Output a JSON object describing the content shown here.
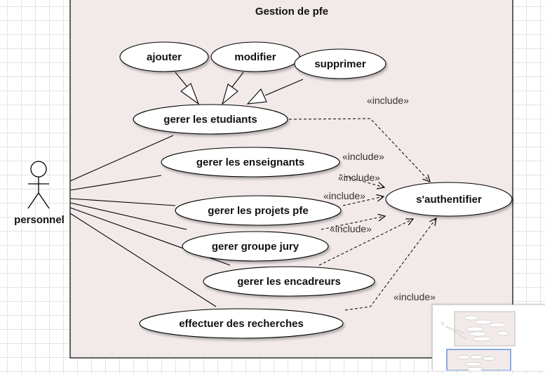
{
  "diagram": {
    "system_title": "Gestion de pfe",
    "actor_label": "personnel",
    "use_cases": {
      "ajouter": "ajouter",
      "modifier": "modifier",
      "supprimer": "supprimer",
      "gerer_etudiants": "gerer les etudiants",
      "gerer_enseignants": "gerer les enseignants",
      "gerer_projets": "gerer les projets pfe",
      "gerer_jury": "gerer groupe jury",
      "gerer_encadreurs": "gerer les encadreurs",
      "effectuer_recherches": "effectuer des recherches",
      "authentifier": "s'authentifier"
    },
    "include_label": "«include»"
  },
  "colors": {
    "system_fill": "#f2e9e9",
    "border": "#000000",
    "ellipse_fill": "#ffffff",
    "grid": "#e4e4e4"
  }
}
